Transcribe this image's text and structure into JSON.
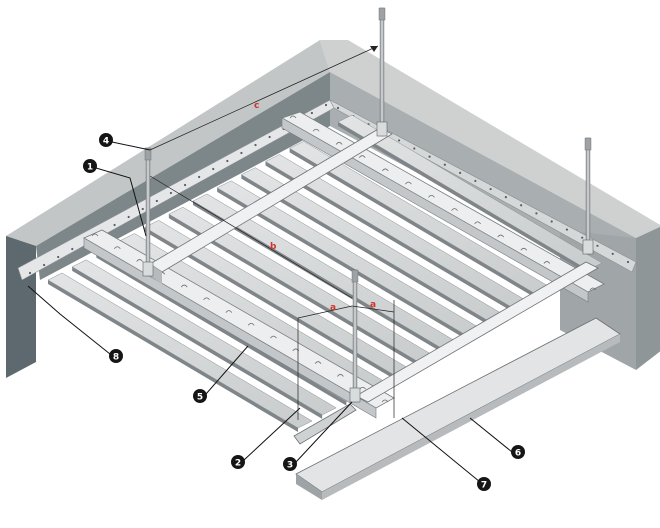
{
  "callouts": [
    {
      "id": "1",
      "label": "1"
    },
    {
      "id": "2",
      "label": "2"
    },
    {
      "id": "3",
      "label": "3"
    },
    {
      "id": "4",
      "label": "4"
    },
    {
      "id": "5",
      "label": "5"
    },
    {
      "id": "6",
      "label": "6"
    },
    {
      "id": "7",
      "label": "7"
    },
    {
      "id": "8",
      "label": "8"
    }
  ],
  "dimensions": {
    "a": "a",
    "b": "b",
    "c": "c",
    "a_small": "a"
  },
  "colors": {
    "wall_top": "#c6c8c8",
    "wall_front": "#8c9494",
    "wall_dark": "#59656a",
    "panel": "#d8dadb",
    "panel_shadow": "#7e8386",
    "carrier": "#e7e9ea",
    "rod": "#a6aaad",
    "callout_bg": "#151515",
    "dim_text": "#d0342c"
  }
}
